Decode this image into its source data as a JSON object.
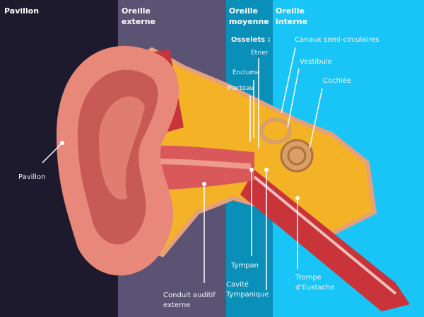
{
  "sections": {
    "pavillon": "Pavillon",
    "externe": [
      "Oreille",
      "externe"
    ],
    "moyenne": [
      "Oreille",
      "moyenne"
    ],
    "interne": [
      "Oreille",
      "interne"
    ]
  },
  "labels": {
    "osselets": "Osselets :",
    "etrier": "Etrier",
    "enclume": "Enclume",
    "marteau": "Marteau",
    "canaux": "Canaux semi-circulaires",
    "vestibule": "Vestibule",
    "cochlee": "Cochlée",
    "pavillon": "Pavillon",
    "tympan": "Tympan",
    "cavite": [
      "Cavité",
      "Tympanique"
    ],
    "trompe": [
      "Trompe",
      "d’Eustache"
    ],
    "conduit": [
      "Conduit auditif",
      "externe"
    ]
  },
  "colors": {
    "pavillon": "#1c1a2c",
    "externe": "#5b5373",
    "moyenne": "#0a8fb9",
    "interne": "#19c4f6",
    "skin": "#e8887a",
    "bone": "#f4b326",
    "muscle": "#c8343a"
  }
}
